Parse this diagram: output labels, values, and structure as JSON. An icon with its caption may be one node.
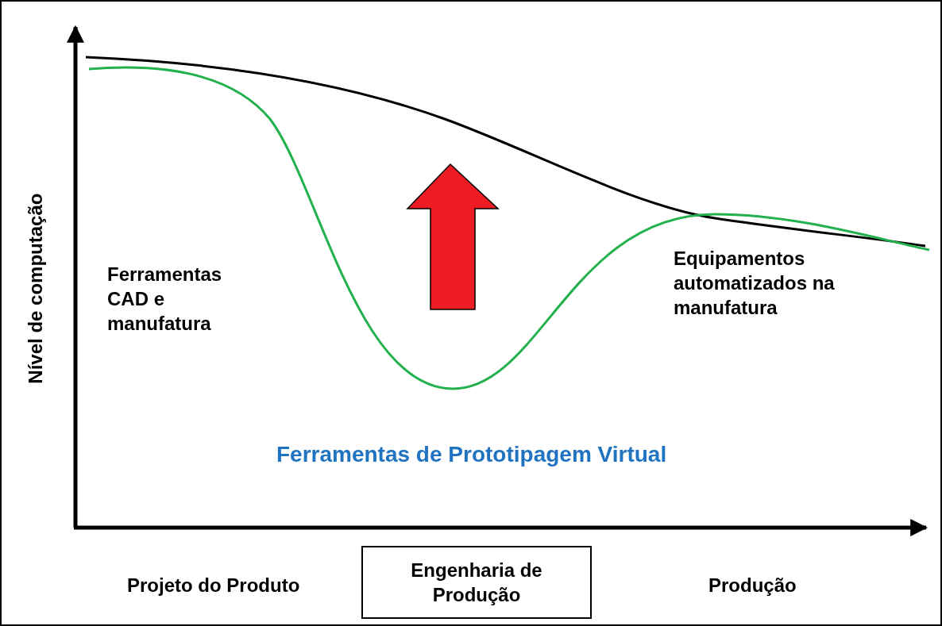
{
  "diagram": {
    "nodes": [
      {
        "text": [
          "Engenharia de Produção"
        ]
      }
    ],
    "edges": [],
    "labels": [
      "Nível de computação",
      "Equipamentos automatizados na manufatura",
      "Ferramentas CAD e manufatura",
      "Ferramentas de Prototipagem Virtual",
      "Projeto do Produto",
      "Produção"
    ]
  }
}
